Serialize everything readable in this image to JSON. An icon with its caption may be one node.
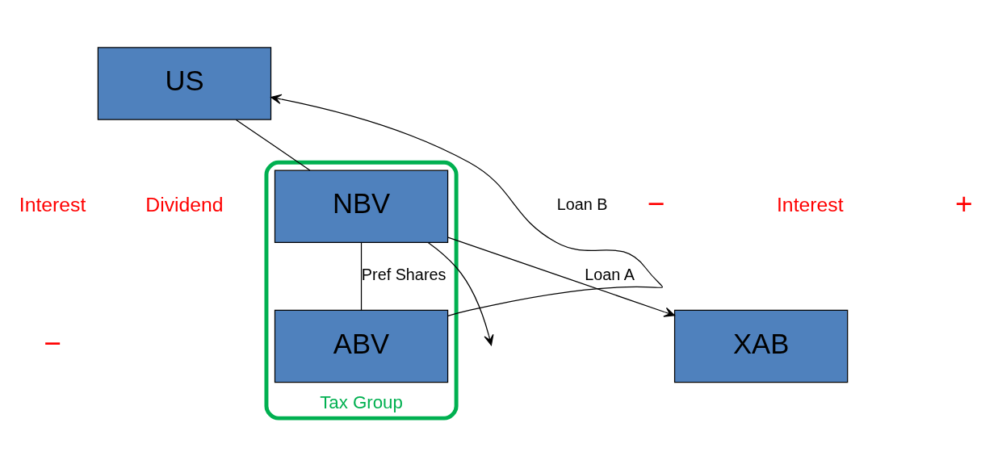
{
  "diagram": {
    "nodes": [
      {
        "text": [
          "US"
        ]
      },
      {
        "text": [
          "Tax Group"
        ]
      },
      {
        "text": [
          "NBV"
        ],
        "in": 1
      },
      {
        "text": [
          "ABV"
        ],
        "in": 1
      },
      {
        "text": [
          "XAB"
        ]
      }
    ],
    "edges": [
      {
        "from": 0,
        "to": 2,
        "arrow": "none"
      },
      {
        "from": 2,
        "to": 3,
        "arrow": "none",
        "label": "Pref Shares"
      },
      {
        "from": 2,
        "to": 4,
        "arrow": "to",
        "label": "Loan A"
      },
      {
        "from": 3,
        "to": 0,
        "arrow": "to",
        "label": "Loan B"
      },
      {
        "from": 2,
        "to": null,
        "arrow": "to"
      }
    ],
    "labels": [
      "Interest",
      "+",
      "−",
      "Interest",
      "Dividend",
      "−"
    ]
  }
}
